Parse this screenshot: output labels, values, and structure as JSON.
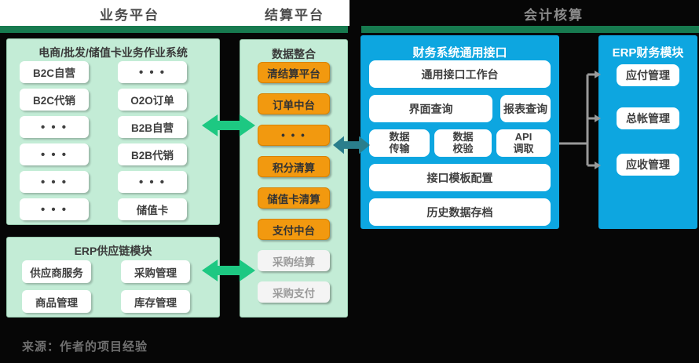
{
  "palette": {
    "header_bar_green": "#177a4f",
    "panel_mint": "#c3ecd6",
    "panel_blue": "#0da6e0",
    "node_orange": "#f2990f",
    "node_gray": "#f4f4f4",
    "arrow_green": "#1dc882",
    "arrow_teal": "#2a7e8c",
    "connector_gray": "#999999"
  },
  "headers": {
    "business": "业务平台",
    "settlement": "结算平台",
    "accounting": "会计核算"
  },
  "ecommerce_box": {
    "title": "电商/批发/储值卡业务作业系统",
    "col1": [
      "B2C自营",
      "B2C代销",
      "• • •",
      "• • •",
      "• • •",
      "• • •"
    ],
    "col2": [
      "• • •",
      "O2O订单",
      "B2B自营",
      "B2B代销",
      "• • •",
      "储值卡"
    ]
  },
  "erp_scm_box": {
    "title": "ERP供应链模块",
    "buttons": [
      "供应商服务",
      "采购管理",
      "商品管理",
      "库存管理"
    ]
  },
  "data_integration_box": {
    "title": "数据整合",
    "orange_nodes": [
      "清结算平台",
      "订单中台",
      "• • •",
      "积分清算",
      "储值卡清算",
      "支付中台"
    ],
    "gray_nodes": [
      "采购结算",
      "采购支付"
    ]
  },
  "finance_interface_box": {
    "title": "财务系统通用接口",
    "workbench": "通用接口工作台",
    "ui_query": "界面查询",
    "report_query": "报表查询",
    "data_transfer": "数据\n传输",
    "data_validate": "数据\n校验",
    "api_fetch": "API\n调取",
    "template_config": "接口模板配置",
    "history_archive": "历史数据存档"
  },
  "erp_finance_box": {
    "title": "ERP财务模块",
    "buttons": [
      "应付管理",
      "总帐管理",
      "应收管理"
    ]
  },
  "footer": {
    "source": "来源：作者的项目经验"
  }
}
